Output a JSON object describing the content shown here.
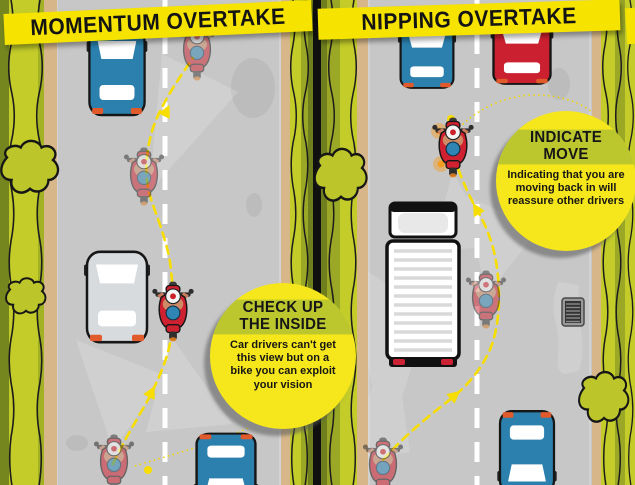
{
  "title_banners": {
    "left": "MOMENTUM OVERTAKE",
    "right": "NIPPING OVERTAKE"
  },
  "callouts": {
    "check_up": {
      "title_lines": [
        "CHECK UP",
        "THE INSIDE"
      ],
      "body": "Car drivers can't get this view but on a bike you can exploit your vision"
    },
    "indicate_move": {
      "title_lines": [
        "INDICATE",
        "MOVE"
      ],
      "body": "Indicating that you are moving back in will reassure other drivers"
    }
  },
  "scene": {
    "left_panel_vehicles": [
      "blue-car-ahead",
      "ghost-motorcycle-finish",
      "ghost-motorcycle-mid",
      "silver-car",
      "red-motorcycle",
      "ghost-motorcycle-start",
      "oncoming-blue-car"
    ],
    "right_panel_vehicles": [
      "blue-car-ahead",
      "red-car-oncoming",
      "red-motorcycle-indicating",
      "box-truck",
      "ghost-motorcycle-passing",
      "ghost-motorcycle-start",
      "oncoming-blue-car"
    ]
  },
  "colors": {
    "banner_yellow": "#f6e400",
    "callout_yellow": "#f6e71c",
    "title_band_green": "#bcc72e",
    "path_yellow": "#f7de00",
    "grass_green": "#c3cc29",
    "road_grey": "#c7c7c7",
    "verge_tan": "#d7b78a",
    "bike_red": "#cf2130",
    "car_blue": "#2b80ad",
    "car_red": "#cb2030",
    "car_silver": "#d7dbde"
  }
}
